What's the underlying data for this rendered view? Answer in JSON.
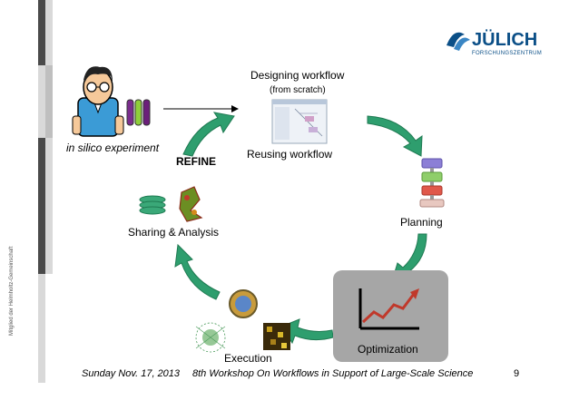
{
  "logo": {
    "name": "JÜLICH",
    "subtitle": "FORSCHUNGSZENTRUM"
  },
  "side_text": "Mitglied der Helmholtz-Gemeinschaft",
  "labels": {
    "designing": "Designing workflow",
    "from_scratch": "(from scratch)",
    "in_silico": "in silico experiment",
    "refine": "REFINE",
    "reusing": "Reusing workflow",
    "planning": "Planning",
    "sharing": "Sharing & Analysis",
    "optimization": "Optimization",
    "execution": "Execution"
  },
  "footer": {
    "date": "Sunday Nov. 17, 2013",
    "workshop": "8th Workshop On Workflows in Support of Large-Scale Science",
    "page": "9"
  },
  "colors": {
    "arrow_green": "#2e9e6e",
    "logo_blue": "#0b4f87",
    "opt_box": "#a6a6a6",
    "planning_purple": "#8c7fd6",
    "planning_green": "#8fce6a",
    "planning_red": "#e0584a"
  }
}
